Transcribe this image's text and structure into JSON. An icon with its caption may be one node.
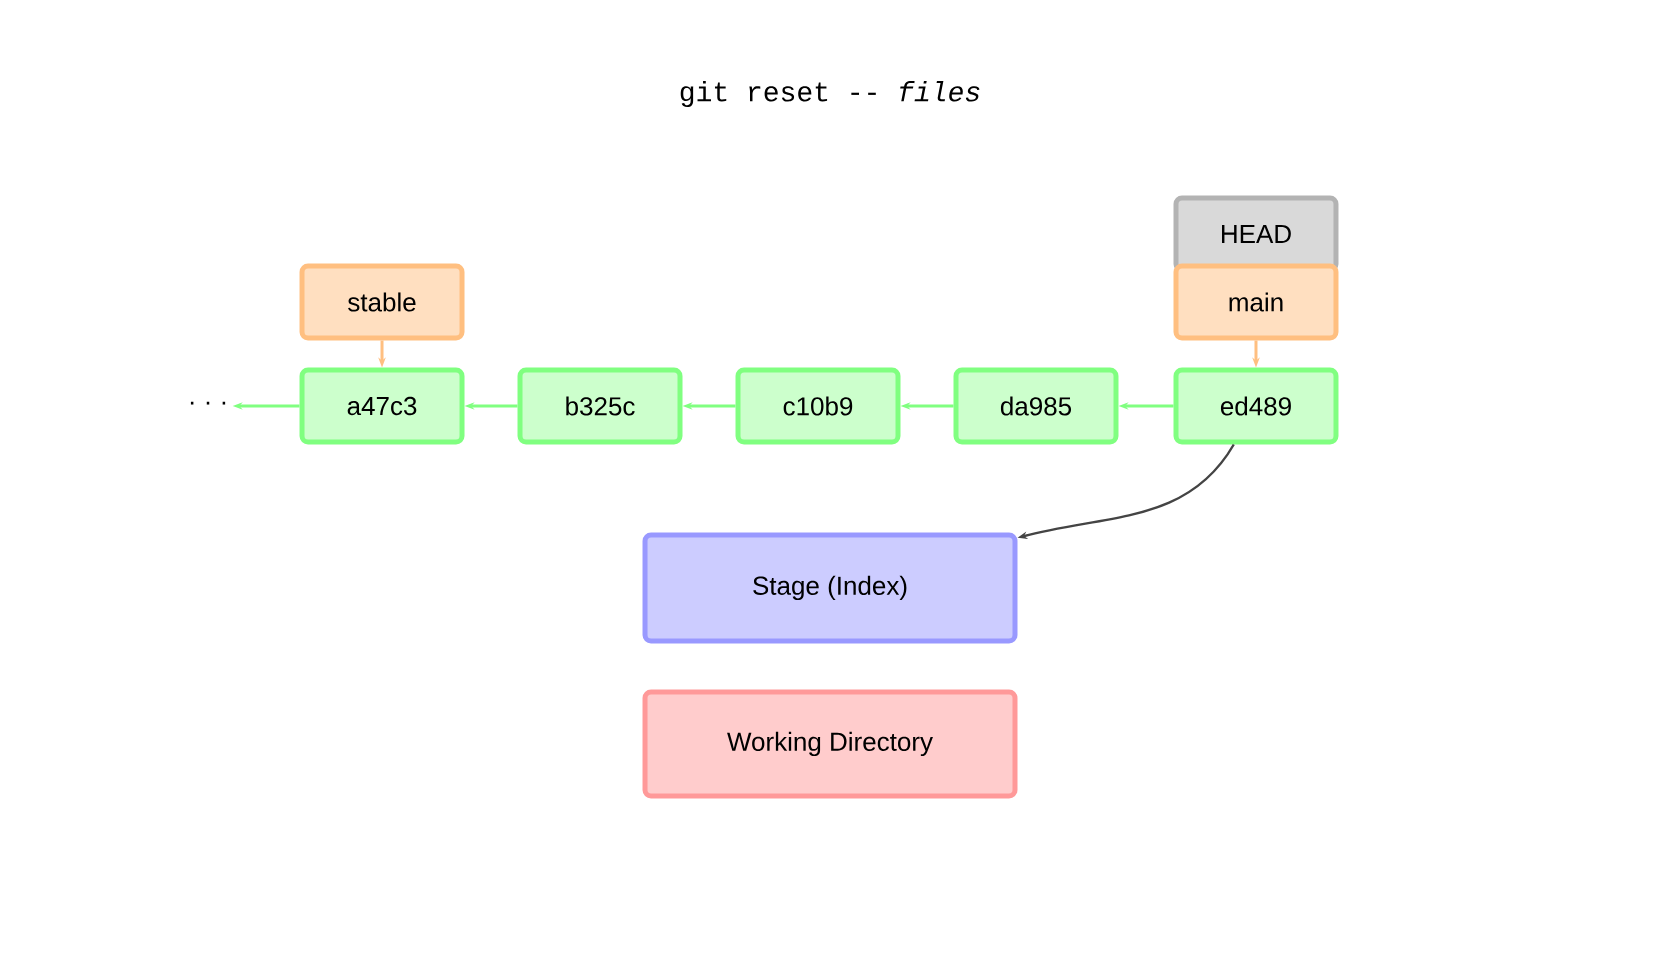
{
  "diagram": {
    "title": "git reset -- *files*",
    "nodes": [
      {
        "text": [
          "HEAD"
        ]
      },
      {
        "text": [
          "main"
        ]
      },
      {
        "text": [
          "stable"
        ]
      },
      {
        "text": [
          "· · ·"
        ]
      },
      {
        "text": [
          "a47c3"
        ]
      },
      {
        "text": [
          "b325c"
        ]
      },
      {
        "text": [
          "c10b9"
        ]
      },
      {
        "text": [
          "da985"
        ]
      },
      {
        "text": [
          "ed489"
        ]
      },
      {
        "text": [
          "Stage (Index)"
        ]
      },
      {
        "text": [
          "Working Directory"
        ]
      }
    ],
    "edges": [
      {
        "from": 2,
        "to": 4,
        "arrow": "to",
        "color": "#ffbf80"
      },
      {
        "from": 1,
        "to": 8,
        "arrow": "to",
        "color": "#ffbf80"
      },
      {
        "from": 8,
        "to": 7,
        "arrow": "to"
      },
      {
        "from": 7,
        "to": 6,
        "arrow": "to"
      },
      {
        "from": 6,
        "to": 5,
        "arrow": "to"
      },
      {
        "from": 5,
        "to": 4,
        "arrow": "to"
      },
      {
        "from": 4,
        "to": 3,
        "arrow": "to"
      },
      {
        "from": 8,
        "to": 9,
        "arrow": "to",
        "color": "#444444"
      }
    ]
  }
}
